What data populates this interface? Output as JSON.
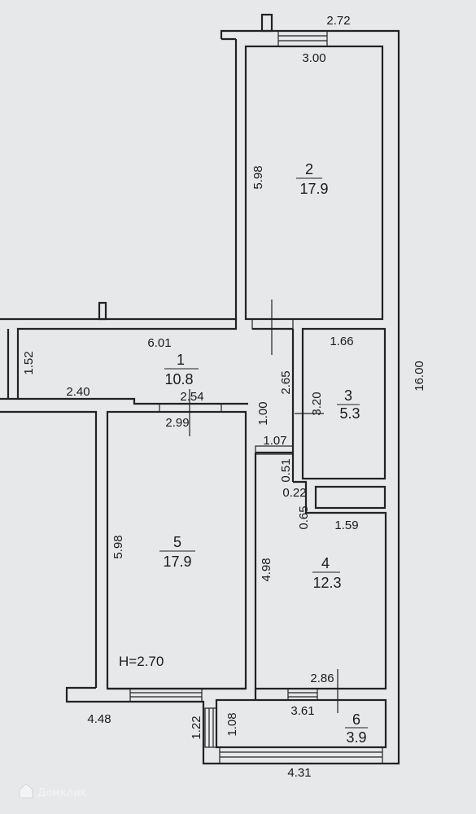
{
  "rooms": [
    {
      "number": "1",
      "area": "10.8"
    },
    {
      "number": "2",
      "area": "17.9"
    },
    {
      "number": "3",
      "area": "5.3"
    },
    {
      "number": "4",
      "area": "12.3"
    },
    {
      "number": "5",
      "area": "17.9"
    },
    {
      "number": "6",
      "area": "3.9"
    }
  ],
  "dims": {
    "d272": "2.72",
    "d300": "3.00",
    "d598a": "5.98",
    "d1600": "16.00",
    "d601": "6.01",
    "d152": "1.52",
    "d240": "2.40",
    "d254": "2.54",
    "d299": "2.99",
    "d265": "2.65",
    "d100": "1.00",
    "d107": "1.07",
    "d320": "3.20",
    "d166": "1.66",
    "d051": "0.51",
    "d022": "0.22",
    "d065": "0.65",
    "d159": "1.59",
    "d598b": "5.98",
    "d498": "4.98",
    "d286": "2.86",
    "d361": "3.61",
    "d448": "4.48",
    "d122": "1.22",
    "d108": "1.08",
    "d431": "4.31"
  },
  "ceiling_height": "H=2.70",
  "watermark": "Домклик"
}
